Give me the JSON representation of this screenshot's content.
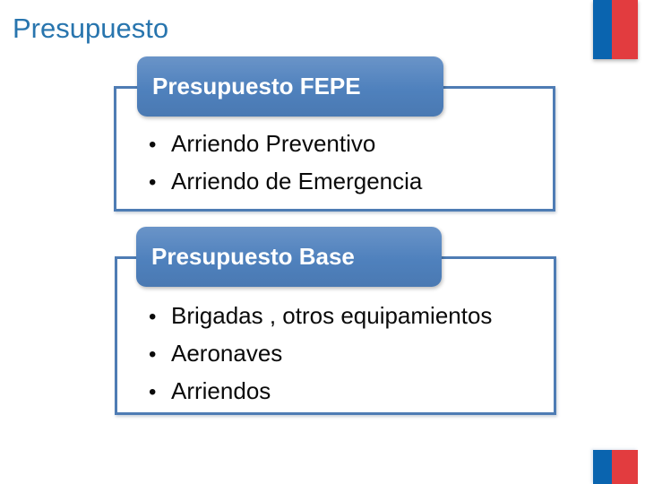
{
  "slide": {
    "title": "Presupuesto",
    "bullet_char": "•",
    "sections": [
      {
        "header": "Presupuesto FEPE",
        "bullets": [
          "Arriendo Preventivo",
          "Arriendo de Emergencia"
        ]
      },
      {
        "header": "Presupuesto Base",
        "bullets": [
          "Brigadas , otros equipamientos",
          "Aeronaves",
          "Arriendos"
        ]
      }
    ]
  },
  "branding": {
    "flag_icon": "chile-flag",
    "colors": {
      "title_text": "#2875ae",
      "header_fill": "#4f81bd",
      "box_border": "#4e7cb4",
      "bullet_text": "#0a0a0a",
      "flag_blue": "#0a64af",
      "flag_red": "#e23c3f",
      "background": "#ffffff"
    }
  }
}
